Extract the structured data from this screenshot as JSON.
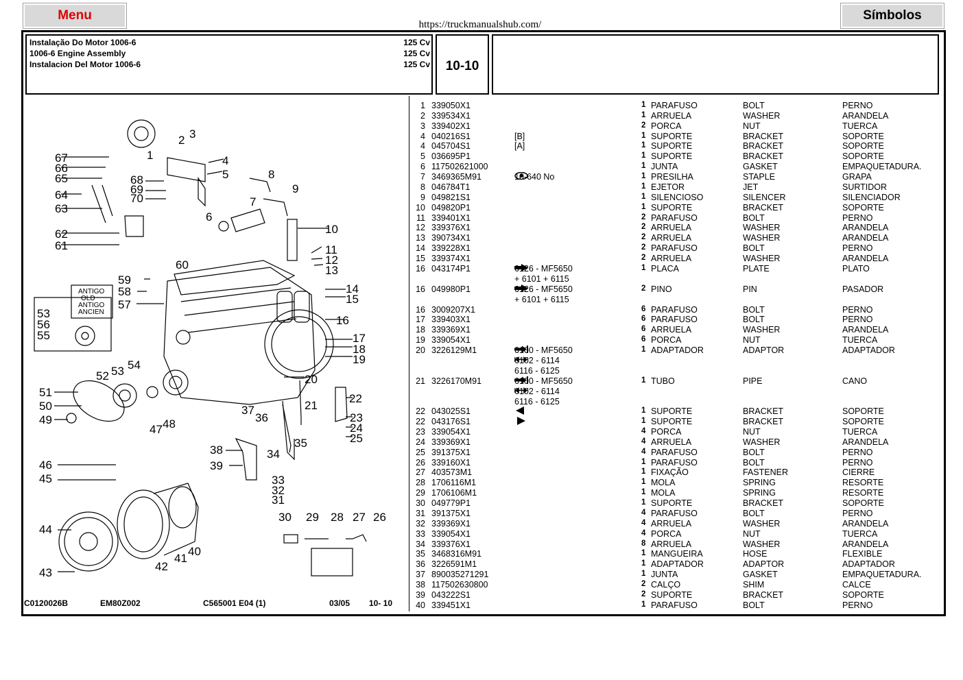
{
  "nav": {
    "menu_label": "Menu",
    "symbols_label": "Símbolos"
  },
  "url": "https://truckmanualshub.com/",
  "header": {
    "titles": [
      {
        "text": "Instalação Do Motor 1006-6",
        "cv": "125 Cv"
      },
      {
        "text": "1006-6 Engine Assembly",
        "cv": "125 Cv"
      },
      {
        "text": "Instalacion Del Motor 1006-6",
        "cv": "125 Cv"
      }
    ],
    "code": "10-10"
  },
  "footer": {
    "ref1": "C0120026B",
    "ref2": "EM80Z002",
    "ref3": "C565001  E04   (1)",
    "date": "03/05",
    "page": "10- 10"
  },
  "icons": {
    "eye": "eye-icon",
    "arrow": "arrow-right-icon",
    "arrow_dbl": "range-arrow-icon",
    "tri_left": "triangle-left-icon",
    "tri_right": "triangle-right-icon"
  },
  "parts": [
    {
      "no": "1",
      "part": "339050X1",
      "note": "",
      "qty": "1",
      "pt": "PARAFUSO",
      "en": "BOLT",
      "es": "PERNO"
    },
    {
      "no": "2",
      "part": "339534X1",
      "note": "",
      "qty": "1",
      "pt": "ARRUELA",
      "en": "WASHER",
      "es": "ARANDELA"
    },
    {
      "no": "3",
      "part": "339402X1",
      "note": "",
      "qty": "2",
      "pt": "PORCA",
      "en": "NUT",
      "es": "TUERCA"
    },
    {
      "no": "4",
      "part": "040216S1",
      "note": "[B]",
      "qty": "1",
      "pt": "SUPORTE",
      "en": "BRACKET",
      "es": "SOPORTE"
    },
    {
      "no": "4",
      "part": "045704S1",
      "note": "[A]",
      "qty": "1",
      "pt": "SUPORTE",
      "en": "BRACKET",
      "es": "SOPORTE"
    },
    {
      "no": "5",
      "part": "036695P1",
      "note": "",
      "qty": "1",
      "pt": "SUPORTE",
      "en": "BRACKET",
      "es": "SOPORTE"
    },
    {
      "no": "6",
      "part": "117502621000",
      "note": "",
      "qty": "1",
      "pt": "JUNTA",
      "en": "GASKET",
      "es": "EMPAQUETADURA."
    },
    {
      "no": "7",
      "part": "3469365M91",
      "note": "10-640 No",
      "icon": "eye",
      "qty": "1",
      "pt": "PRESILHA",
      "en": "STAPLE",
      "es": "GRAPA"
    },
    {
      "no": "8",
      "part": "046784T1",
      "note": "",
      "qty": "1",
      "pt": "EJETOR",
      "en": "JET",
      "es": "SURTIDOR"
    },
    {
      "no": "9",
      "part": "049821S1",
      "note": "",
      "qty": "1",
      "pt": "SILENCIOSO",
      "en": "SILENCER",
      "es": "SILENCIADOR"
    },
    {
      "no": "10",
      "part": "049820P1",
      "note": "",
      "qty": "1",
      "pt": "SUPORTE",
      "en": "BRACKET",
      "es": "SOPORTE"
    },
    {
      "no": "11",
      "part": "339401X1",
      "note": "",
      "qty": "2",
      "pt": "PARAFUSO",
      "en": "BOLT",
      "es": "PERNO"
    },
    {
      "no": "12",
      "part": "339376X1",
      "note": "",
      "qty": "2",
      "pt": "ARRUELA",
      "en": "WASHER",
      "es": "ARANDELA"
    },
    {
      "no": "13",
      "part": "390734X1",
      "note": "",
      "qty": "2",
      "pt": "ARRUELA",
      "en": "WASHER",
      "es": "ARANDELA"
    },
    {
      "no": "14",
      "part": "339228X1",
      "note": "",
      "qty": "2",
      "pt": "PARAFUSO",
      "en": "BOLT",
      "es": "PERNO"
    },
    {
      "no": "15",
      "part": "339374X1",
      "note": "",
      "qty": "2",
      "pt": "ARRUELA",
      "en": "WASHER",
      "es": "ARANDELA"
    },
    {
      "no": "16",
      "part": "043174P1",
      "note": "6126 - MF5650",
      "note2": "+ 6101 + 6115",
      "icon": "arrow",
      "qty": "1",
      "pt": "PLACA",
      "en": "PLATE",
      "es": "PLATO"
    },
    {
      "no": "16",
      "part": "049980P1",
      "note": "6126 - MF5650",
      "note2": "+ 6101 + 6115",
      "icon": "arrow",
      "qty": "2",
      "pt": "PINO",
      "en": "PIN",
      "es": "PASADOR"
    },
    {
      "no": "16",
      "part": "3009207X1",
      "note": "",
      "qty": "6",
      "pt": "PARAFUSO",
      "en": "BOLT",
      "es": "PERNO"
    },
    {
      "no": "17",
      "part": "339403X1",
      "note": "",
      "qty": "6",
      "pt": "PARAFUSO",
      "en": "BOLT",
      "es": "PERNO"
    },
    {
      "no": "18",
      "part": "339369X1",
      "note": "",
      "qty": "6",
      "pt": "ARRUELA",
      "en": "WASHER",
      "es": "ARANDELA"
    },
    {
      "no": "19",
      "part": "339054X1",
      "note": "",
      "qty": "6",
      "pt": "PORCA",
      "en": "NUT",
      "es": "TUERCA"
    },
    {
      "no": "20",
      "part": "3226129M1",
      "note": "6100 - MF5650",
      "icon": "arrow_tail",
      "note2": "6102 - 6114",
      "icon2": "arrow_dbl",
      "note3": "6116 - 6125",
      "qty": "1",
      "pt": "ADAPTADOR",
      "en": "ADAPTOR",
      "es": "ADAPTADOR"
    },
    {
      "no": "21",
      "part": "3226170M91",
      "note": "6100 - MF5650",
      "icon": "arrow_tail",
      "note2": "6102 - 6114",
      "icon2": "arrow_dbl",
      "note3": "6116 - 6125",
      "qty": "1",
      "pt": "TUBO",
      "en": "PIPE",
      "es": "CANO"
    },
    {
      "no": "22",
      "part": "043025S1",
      "note": "",
      "icon": "tri_left",
      "qty": "1",
      "pt": "SUPORTE",
      "en": "BRACKET",
      "es": "SOPORTE"
    },
    {
      "no": "22",
      "part": "043176S1",
      "note": "",
      "icon": "tri_right",
      "qty": "1",
      "pt": "SUPORTE",
      "en": "BRACKET",
      "es": "SOPORTE"
    },
    {
      "no": "23",
      "part": "339054X1",
      "note": "",
      "qty": "4",
      "pt": "PORCA",
      "en": "NUT",
      "es": "TUERCA"
    },
    {
      "no": "24",
      "part": "339369X1",
      "note": "",
      "qty": "4",
      "pt": "ARRUELA",
      "en": "WASHER",
      "es": "ARANDELA"
    },
    {
      "no": "25",
      "part": "391375X1",
      "note": "",
      "qty": "4",
      "pt": "PARAFUSO",
      "en": "BOLT",
      "es": "PERNO"
    },
    {
      "no": "26",
      "part": "339160X1",
      "note": "",
      "qty": "1",
      "pt": "PARAFUSO",
      "en": "BOLT",
      "es": "PERNO"
    },
    {
      "no": "27",
      "part": "403573M1",
      "note": "",
      "qty": "1",
      "pt": "FIXAÇÃO",
      "en": "FASTENER",
      "es": "CIERRE"
    },
    {
      "no": "28",
      "part": "1706116M1",
      "note": "",
      "qty": "1",
      "pt": "MOLA",
      "en": "SPRING",
      "es": "RESORTE"
    },
    {
      "no": "29",
      "part": "1706106M1",
      "note": "",
      "qty": "1",
      "pt": "MOLA",
      "en": "SPRING",
      "es": "RESORTE"
    },
    {
      "no": "30",
      "part": "049779P1",
      "note": "",
      "qty": "1",
      "pt": "SUPORTE",
      "en": "BRACKET",
      "es": "SOPORTE"
    },
    {
      "no": "31",
      "part": "391375X1",
      "note": "",
      "qty": "4",
      "pt": "PARAFUSO",
      "en": "BOLT",
      "es": "PERNO"
    },
    {
      "no": "32",
      "part": "339369X1",
      "note": "",
      "qty": "4",
      "pt": "ARRUELA",
      "en": "WASHER",
      "es": "ARANDELA"
    },
    {
      "no": "33",
      "part": "339054X1",
      "note": "",
      "qty": "4",
      "pt": "PORCA",
      "en": "NUT",
      "es": "TUERCA"
    },
    {
      "no": "34",
      "part": "339376X1",
      "note": "",
      "qty": "8",
      "pt": "ARRUELA",
      "en": "WASHER",
      "es": "ARANDELA"
    },
    {
      "no": "35",
      "part": "3468316M91",
      "note": "",
      "qty": "1",
      "pt": "MANGUEIRA",
      "en": "HOSE",
      "es": "FLEXIBLE"
    },
    {
      "no": "36",
      "part": "3226591M1",
      "note": "",
      "qty": "1",
      "pt": "ADAPTADOR",
      "en": "ADAPTOR",
      "es": "ADAPTADOR"
    },
    {
      "no": "37",
      "part": "890035271291",
      "note": "",
      "qty": "1",
      "pt": "JUNTA",
      "en": "GASKET",
      "es": "EMPAQUETADURA."
    },
    {
      "no": "38",
      "part": "117502630800",
      "note": "",
      "qty": "2",
      "pt": "CALÇO",
      "en": "SHIM",
      "es": "CALCE"
    },
    {
      "no": "39",
      "part": "043222S1",
      "note": "",
      "qty": "2",
      "pt": "SUPORTE",
      "en": "BRACKET",
      "es": "SOPORTE"
    },
    {
      "no": "40",
      "part": "339451X1",
      "note": "",
      "qty": "1",
      "pt": "PARAFUSO",
      "en": "BOLT",
      "es": "PERNO"
    }
  ],
  "diagram": {
    "legend": [
      "ANTIGO",
      "OLD",
      "ANTIGO",
      "ANCIEN"
    ],
    "callouts": [
      "1",
      "2",
      "3",
      "4",
      "5",
      "6",
      "7",
      "8",
      "9",
      "10",
      "11",
      "12",
      "13",
      "14",
      "15",
      "16",
      "17",
      "18",
      "19",
      "20",
      "21",
      "22",
      "23",
      "24",
      "25",
      "26",
      "27",
      "28",
      "29",
      "30",
      "31",
      "32",
      "33",
      "34",
      "35",
      "36",
      "37",
      "38",
      "39",
      "40",
      "41",
      "42",
      "43",
      "44",
      "45",
      "46",
      "47",
      "48",
      "49",
      "50",
      "51",
      "52",
      "53",
      "54",
      "55",
      "56",
      "57",
      "58",
      "59",
      "60",
      "61",
      "62",
      "63",
      "64",
      "65",
      "66",
      "67",
      "68",
      "69",
      "70"
    ]
  }
}
